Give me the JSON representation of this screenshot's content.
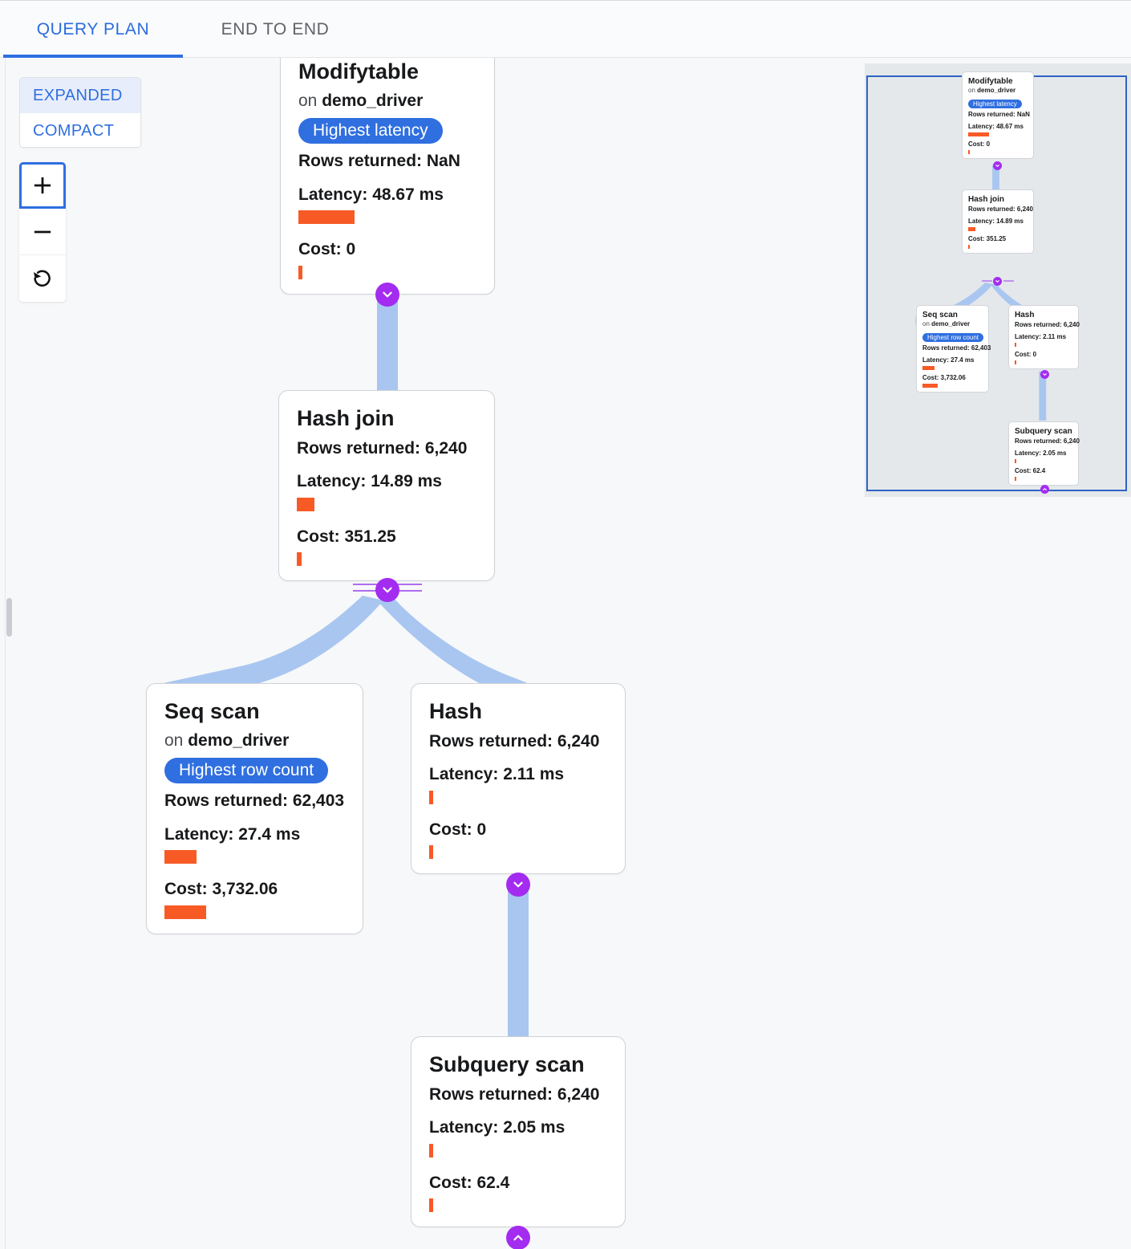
{
  "tabs": [
    {
      "label": "QUERY PLAN",
      "active": true
    },
    {
      "label": "END TO END",
      "active": false
    }
  ],
  "controls": {
    "mode": {
      "expanded_label": "EXPANDED",
      "compact_label": "COMPACT",
      "selected": "EXPANDED"
    },
    "zoom_in_label": "+",
    "zoom_out_label": "−",
    "reset_label": "reset-icon"
  },
  "colors": {
    "accent_blue": "#2f6fe0",
    "bar_orange": "#f85a26",
    "knob_purple": "#a32cf0",
    "edge_blue": "#a9c6f0",
    "canvas_bg": "#f7f8fa",
    "minimap_bg": "#e4e8eb"
  },
  "nodes": [
    {
      "id": "modifytable",
      "title": "Modifytable",
      "on_prefix": "on ",
      "on_table": "demo_driver",
      "badge": "Highest latency",
      "rows": "Rows returned: NaN",
      "latency": "Latency: 48.67 ms",
      "latency_bar_w": 70,
      "cost": "Cost: 0",
      "cost_bar_w": 5
    },
    {
      "id": "hash-join",
      "title": "Hash join",
      "rows": "Rows returned: 6,240",
      "latency": "Latency: 14.89 ms",
      "latency_bar_w": 22,
      "cost": "Cost: 351.25",
      "cost_bar_w": 6
    },
    {
      "id": "seq-scan",
      "title": "Seq scan",
      "on_prefix": "on ",
      "on_table": "demo_driver",
      "badge": "Highest row count",
      "rows": "Rows returned: 62,403",
      "latency": "Latency: 27.4 ms",
      "latency_bar_w": 40,
      "cost": "Cost: 3,732.06",
      "cost_bar_w": 52
    },
    {
      "id": "hash",
      "title": "Hash",
      "rows": "Rows returned: 6,240",
      "latency": "Latency: 2.11 ms",
      "latency_bar_w": 5,
      "cost": "Cost: 0",
      "cost_bar_w": 5
    },
    {
      "id": "subquery-scan",
      "title": "Subquery scan",
      "rows": "Rows returned: 6,240",
      "latency": "Latency: 2.05 ms",
      "latency_bar_w": 5,
      "cost": "Cost: 62.4",
      "cost_bar_w": 5
    }
  ],
  "minimap": {
    "nodes": [
      {
        "id": "modifytable",
        "title": "Modifytable",
        "on_prefix": "on ",
        "on_table": "demo_driver",
        "badge": "Highest latency",
        "rows": "Rows returned: NaN",
        "latency": "Latency: 48.67 ms",
        "latency_bar_w": 26,
        "cost": "Cost: 0",
        "cost_bar_w": 2
      },
      {
        "id": "hash-join",
        "title": "Hash join",
        "rows": "Rows returned: 6,240",
        "latency": "Latency: 14.89 ms",
        "latency_bar_w": 9,
        "cost": "Cost: 351.25",
        "cost_bar_w": 2
      },
      {
        "id": "seq-scan",
        "title": "Seq scan",
        "on_prefix": "on ",
        "on_table": "demo_driver",
        "badge": "Highest row count",
        "rows": "Rows returned: 62,403",
        "latency": "Latency: 27.4 ms",
        "latency_bar_w": 15,
        "cost": "Cost: 3,732.06",
        "cost_bar_w": 19
      },
      {
        "id": "hash",
        "title": "Hash",
        "rows": "Rows returned: 6,240",
        "latency": "Latency: 2.11 ms",
        "latency_bar_w": 2,
        "cost": "Cost: 0",
        "cost_bar_w": 2
      },
      {
        "id": "subquery-scan",
        "title": "Subquery scan",
        "rows": "Rows returned: 6,240",
        "latency": "Latency: 2.05 ms",
        "latency_bar_w": 2,
        "cost": "Cost: 62.4",
        "cost_bar_w": 2
      }
    ]
  }
}
